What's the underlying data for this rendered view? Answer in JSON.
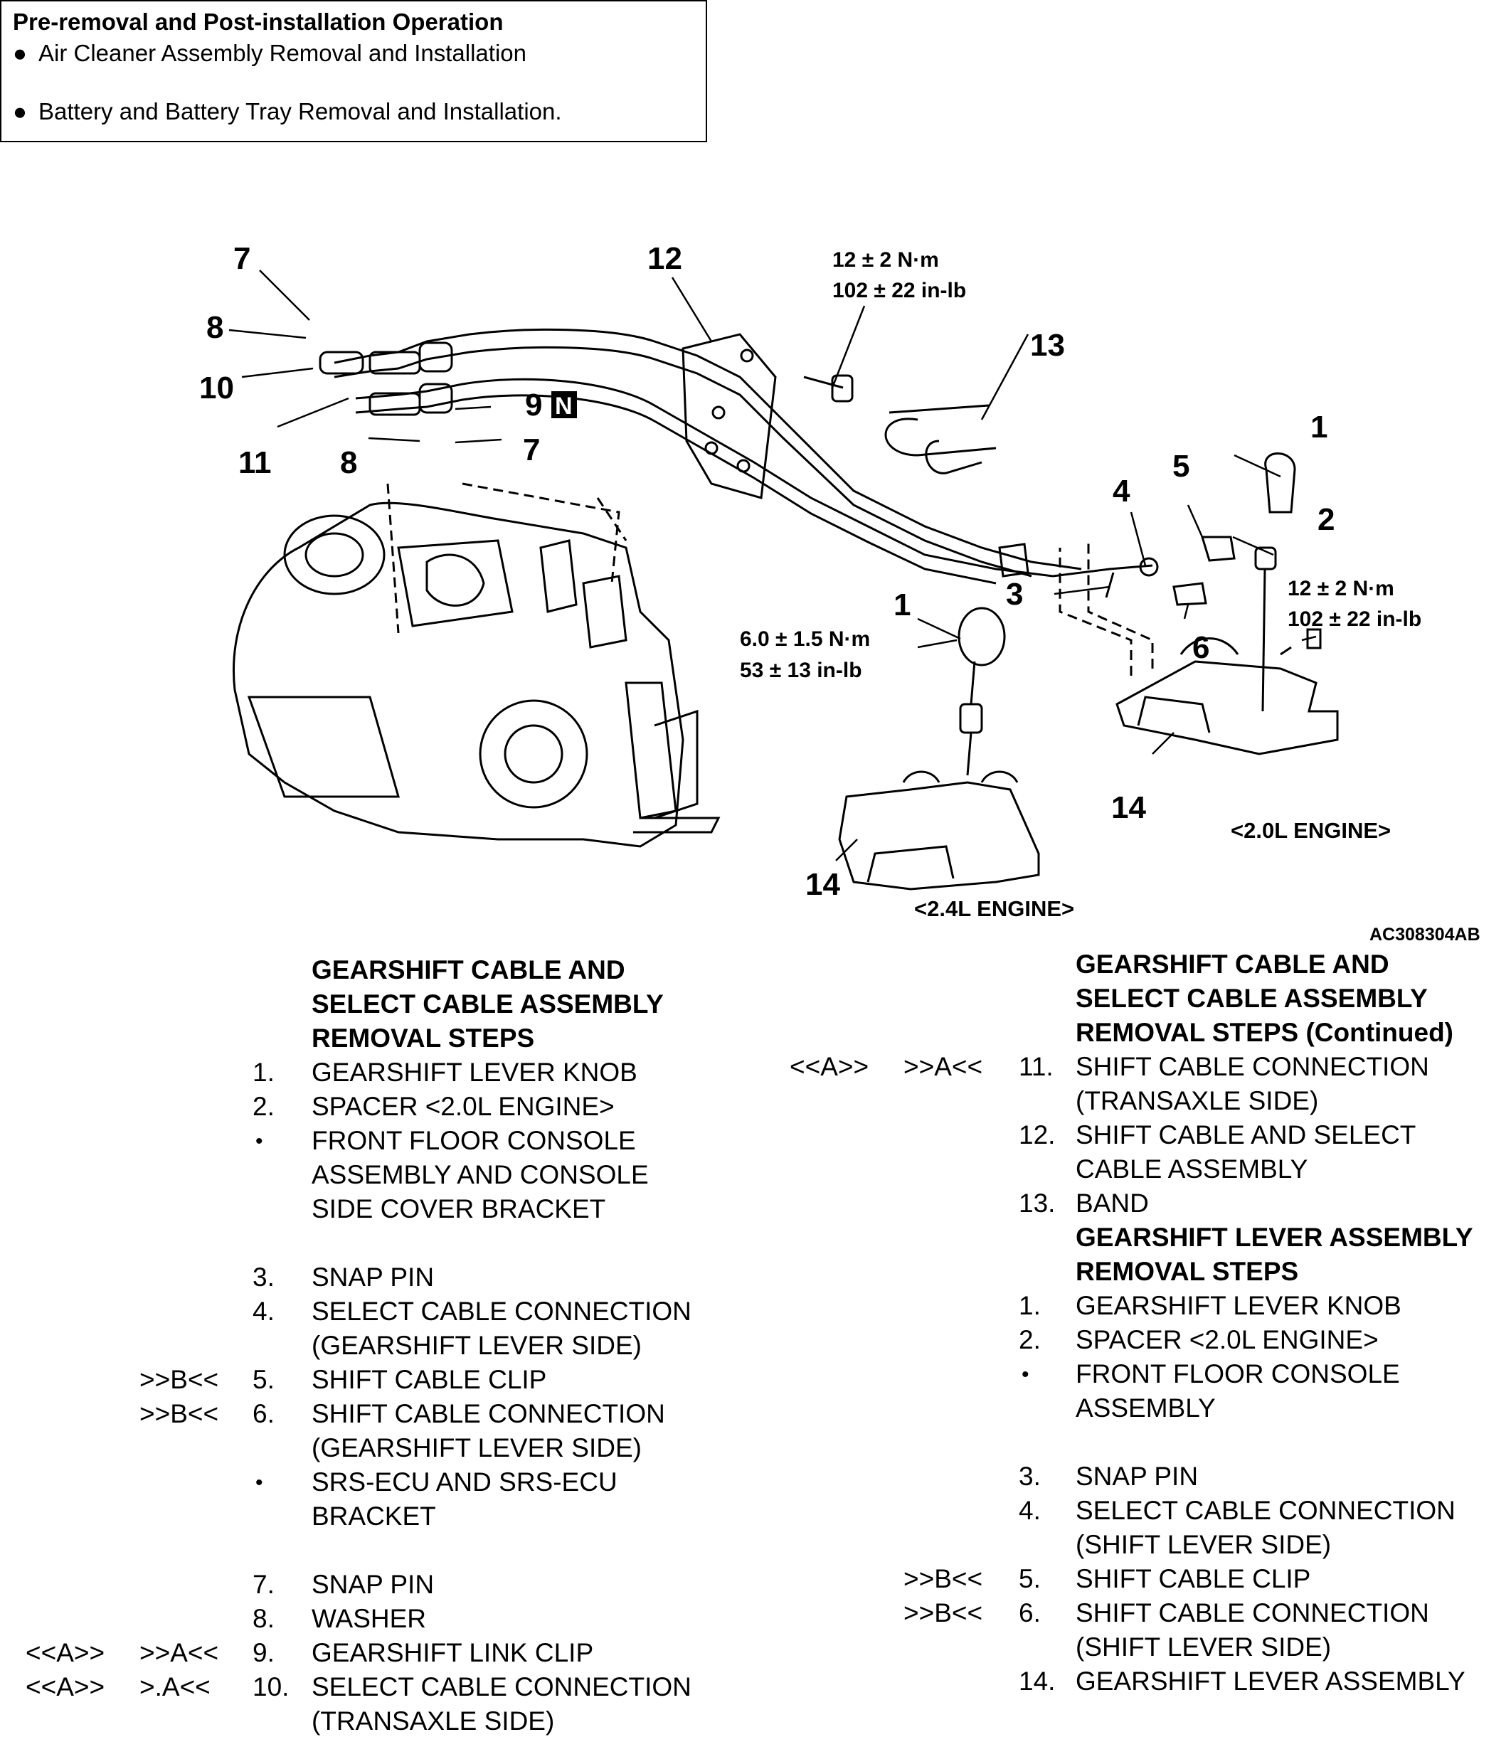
{
  "preop": {
    "title": "Pre-removal and Post-installation Operation",
    "items": [
      "Air Cleaner Assembly Removal and Installation",
      "Battery and Battery Tray Removal and Installation."
    ]
  },
  "figure": {
    "callouts": {
      "c1a": "1",
      "c1b": "1",
      "c2": "2",
      "c3": "3",
      "c4": "4",
      "c5": "5",
      "c6": "6",
      "c7a": "7",
      "c7b": "7",
      "c8a": "8",
      "c8b": "8",
      "c9": "9",
      "c9n": "N",
      "c10": "10",
      "c11": "11",
      "c12": "12",
      "c13": "13",
      "c14a": "14",
      "c14b": "14"
    },
    "torque_top_nm": "12 ± 2 N·m",
    "torque_top_inlb": "102 ± 22 in-lb",
    "torque_right_nm": "12 ± 2 N·m",
    "torque_right_inlb": "102 ± 22 in-lb",
    "torque_left_nm": "6.0 ± 1.5 N·m",
    "torque_left_inlb": "53 ± 13 in-lb",
    "engine_20": "<2.0L ENGINE>",
    "engine_24": "<2.4L ENGINE>",
    "figure_id": "AC308304AB"
  },
  "left_list": {
    "heading": [
      "GEARSHIFT CABLE AND",
      "SELECT CABLE ASSEMBLY",
      "REMOVAL STEPS"
    ],
    "rows": [
      {
        "c1": "",
        "c2": "",
        "num": "1.",
        "text": "GEARSHIFT LEVER KNOB"
      },
      {
        "c1": "",
        "c2": "",
        "num": "2.",
        "text": "SPACER <2.0L ENGINE>"
      },
      {
        "c1": "",
        "c2": "",
        "num": "•",
        "text": "FRONT FLOOR CONSOLE"
      },
      {
        "c1": "",
        "c2": "",
        "num": "",
        "text": "ASSEMBLY AND CONSOLE"
      },
      {
        "c1": "",
        "c2": "",
        "num": "",
        "text": "SIDE COVER BRACKET"
      },
      {
        "c1": "",
        "c2": "",
        "num": "3.",
        "text": "SNAP PIN"
      },
      {
        "c1": "",
        "c2": "",
        "num": "4.",
        "text": "SELECT CABLE CONNECTION"
      },
      {
        "c1": "",
        "c2": "",
        "num": "",
        "text": "(GEARSHIFT LEVER SIDE)"
      },
      {
        "c1": "",
        "c2": ">>B<<",
        "num": "5.",
        "text": "SHIFT CABLE CLIP"
      },
      {
        "c1": "",
        "c2": ">>B<<",
        "num": "6.",
        "text": "SHIFT CABLE CONNECTION"
      },
      {
        "c1": "",
        "c2": "",
        "num": "",
        "text": "(GEARSHIFT LEVER SIDE)"
      },
      {
        "c1": "",
        "c2": "",
        "num": "•",
        "text": "SRS-ECU AND SRS-ECU"
      },
      {
        "c1": "",
        "c2": "",
        "num": "",
        "text": "BRACKET"
      },
      {
        "c1": "",
        "c2": "",
        "num": "7.",
        "text": "SNAP PIN"
      },
      {
        "c1": "",
        "c2": "",
        "num": "8.",
        "text": "WASHER"
      },
      {
        "c1": "<<A>>",
        "c2": ">>A<<",
        "num": "9.",
        "text": "GEARSHIFT LINK CLIP"
      },
      {
        "c1": "<<A>>",
        "c2": ">.A<<",
        "num": "10.",
        "text": "SELECT CABLE CONNECTION"
      },
      {
        "c1": "",
        "c2": "",
        "num": "",
        "text": "(TRANSAXLE SIDE)"
      }
    ]
  },
  "right_list": {
    "heading": [
      "GEARSHIFT CABLE AND",
      "SELECT CABLE ASSEMBLY",
      "REMOVAL STEPS (Continued)"
    ],
    "rows": [
      {
        "c1": "<<A>>",
        "c2": ">>A<<",
        "num": "11.",
        "text": "SHIFT CABLE CONNECTION"
      },
      {
        "c1": "",
        "c2": "",
        "num": "",
        "text": "(TRANSAXLE SIDE)"
      },
      {
        "c1": "",
        "c2": "",
        "num": "12.",
        "text": "SHIFT CABLE AND SELECT"
      },
      {
        "c1": "",
        "c2": "",
        "num": "",
        "text": "CABLE ASSEMBLY"
      },
      {
        "c1": "",
        "c2": "",
        "num": "13.",
        "text": "BAND"
      }
    ],
    "heading2": [
      "GEARSHIFT LEVER ASSEMBLY",
      "REMOVAL STEPS"
    ],
    "rows2": [
      {
        "c2": "",
        "num": "1.",
        "text": "GEARSHIFT LEVER KNOB"
      },
      {
        "c2": "",
        "num": "2.",
        "text": "SPACER <2.0L ENGINE>"
      },
      {
        "c2": "",
        "num": "•",
        "text": "FRONT FLOOR CONSOLE"
      },
      {
        "c2": "",
        "num": "",
        "text": "ASSEMBLY"
      },
      {
        "c2": "",
        "num": "3.",
        "text": "SNAP PIN"
      },
      {
        "c2": "",
        "num": "4.",
        "text": "SELECT CABLE CONNECTION"
      },
      {
        "c2": "",
        "num": "",
        "text": "(SHIFT LEVER SIDE)"
      },
      {
        "c2": ">>B<<",
        "num": "5.",
        "text": "SHIFT CABLE CLIP"
      },
      {
        "c2": ">>B<<",
        "num": "6.",
        "text": "SHIFT CABLE CONNECTION"
      },
      {
        "c2": "",
        "num": "",
        "text": "(SHIFT LEVER SIDE)"
      },
      {
        "c2": "",
        "num": "14.",
        "text": "GEARSHIFT LEVER ASSEMBLY"
      }
    ]
  }
}
